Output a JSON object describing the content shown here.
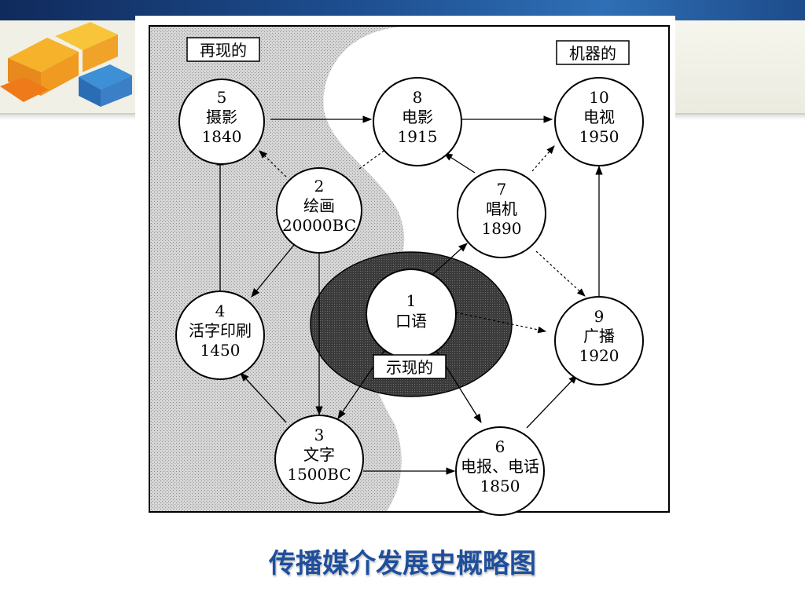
{
  "slide_title": "传播媒介发展史概略图",
  "diagram": {
    "region_labels": {
      "representational": "再现的",
      "mechanical": "机器的",
      "presentational": "示现的"
    },
    "nodes": [
      {
        "id": "1",
        "name": "口语",
        "year": ""
      },
      {
        "id": "2",
        "name": "绘画",
        "year": "20000BC"
      },
      {
        "id": "3",
        "name": "文字",
        "year": "1500BC"
      },
      {
        "id": "4",
        "name": "活字印刷",
        "year": "1450"
      },
      {
        "id": "5",
        "name": "摄影",
        "year": "1840"
      },
      {
        "id": "6",
        "name": "电报、电话",
        "year": "1850"
      },
      {
        "id": "7",
        "name": "唱机",
        "year": "1890"
      },
      {
        "id": "8",
        "name": "电影",
        "year": "1915"
      },
      {
        "id": "9",
        "name": "广播",
        "year": "1920"
      },
      {
        "id": "10",
        "name": "电视",
        "year": "1950"
      }
    ]
  },
  "colors": {
    "title": "#1f4f9c",
    "top_bar": "#1e4f91",
    "stipple": "#c9c9c9",
    "dark_ring": "#3a3a3a"
  }
}
